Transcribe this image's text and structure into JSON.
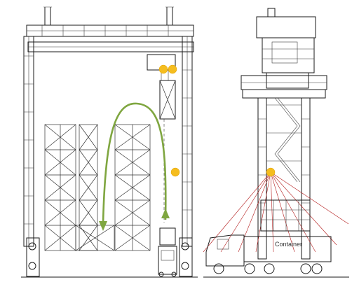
{
  "figure": {
    "views": [
      "front-view",
      "side-view"
    ],
    "colors": {
      "line_art": "#1a1a1a",
      "sensor_dot": "#f5bd1f",
      "path_arrow": "#7fa640",
      "sensor_rays": "#b31b1b"
    },
    "side_view": {
      "container_label": "Container"
    }
  }
}
